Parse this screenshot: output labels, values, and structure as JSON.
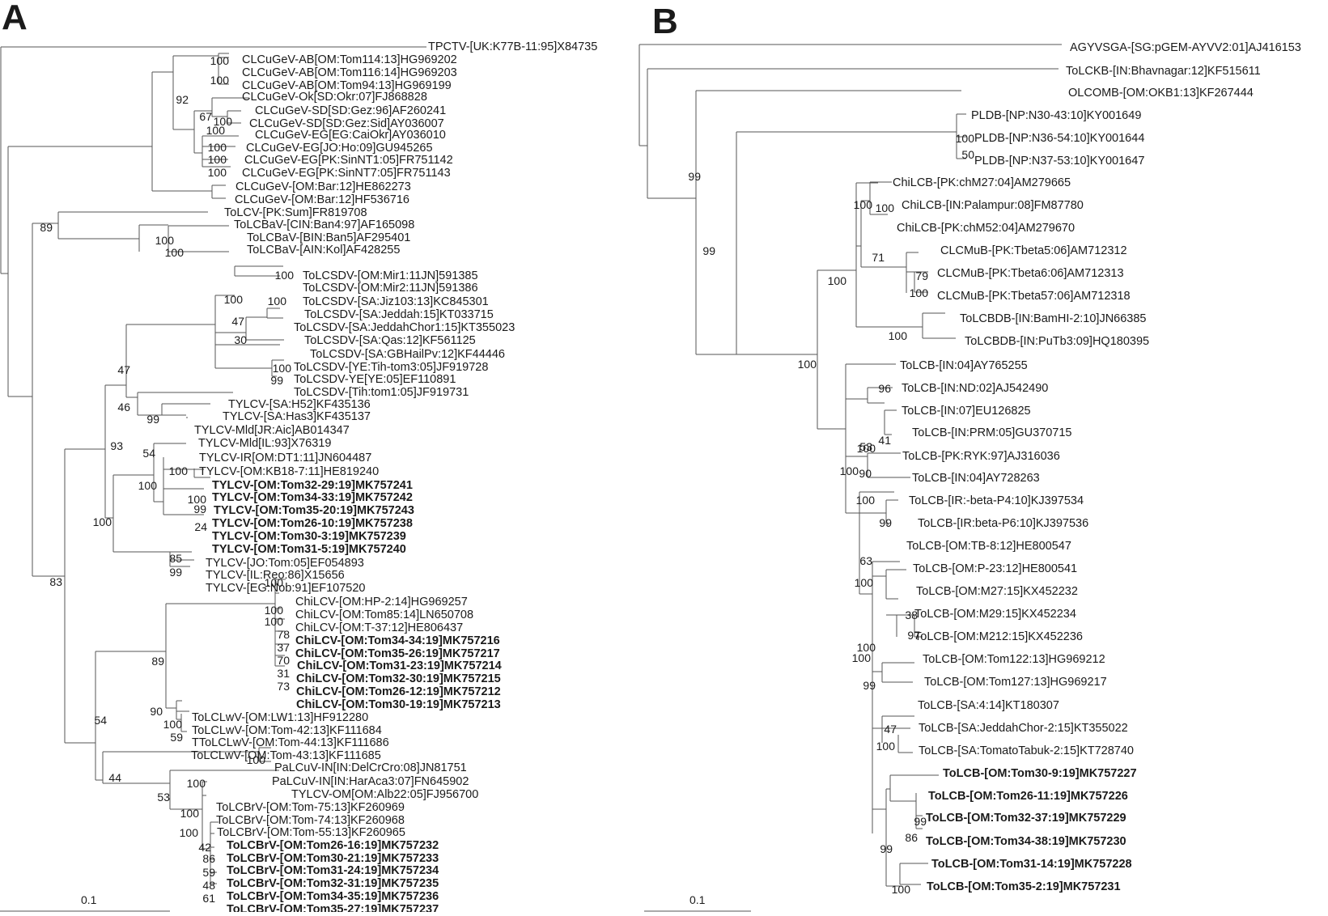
{
  "panels": [
    {
      "letter": "A",
      "scale": "0.1",
      "leaves": [
        {
          "label": "TPCTV-[UK:K77B-11:95]X84735",
          "bold": false
        },
        {
          "label": "CLCuGeV-AB[OM:Tom114:13]HG969202",
          "bold": false
        },
        {
          "label": "CLCuGeV-AB[OM:Tom116:14]HG969203",
          "bold": false
        },
        {
          "label": "CLCuGeV-AB[OM:Tom94:13]HG969199",
          "bold": false
        },
        {
          "label": "CLCuGeV-Ok[SD:Okr:07]FJ868828",
          "bold": false
        },
        {
          "label": "CLCuGeV-SD[SD:Gez:96]AF260241",
          "bold": false
        },
        {
          "label": "CLCuGeV-SD[SD:Gez:Sid]AY036007",
          "bold": false
        },
        {
          "label": "CLCuGeV-EG[EG:CaiOkr]AY036010",
          "bold": false
        },
        {
          "label": "CLCuGeV-EG[JO:Ho:09]GU945265",
          "bold": false
        },
        {
          "label": "CLCuGeV-EG[PK:SinNT1:05]FR751142",
          "bold": false
        },
        {
          "label": "CLCuGeV-EG[PK:SinNT7:05]FR751143",
          "bold": false
        },
        {
          "label": "CLCuGeV-[OM:Bar:12]HE862273",
          "bold": false
        },
        {
          "label": "CLCuGeV-[OM:Bar:12]HF536716",
          "bold": false
        },
        {
          "label": "ToLCV-[PK:Sum]FR819708",
          "bold": false
        },
        {
          "label": "ToLCBaV-[CIN:Ban4:97]AF165098",
          "bold": false
        },
        {
          "label": "ToLCBaV-[BIN:Ban5]AF295401",
          "bold": false
        },
        {
          "label": "ToLCBaV-[AIN:Kol]AF428255",
          "bold": false
        },
        {
          "label": "ToLCSDV-[OM:Mir1:11JN]591385",
          "bold": false
        },
        {
          "label": "ToLCSDV-[OM:Mir2:11JN]591386",
          "bold": false
        },
        {
          "label": "ToLCSDV-[SA:Jiz103:13]KC845301",
          "bold": false
        },
        {
          "label": "ToLCSDV-[SA:Jeddah:15]KT033715",
          "bold": false
        },
        {
          "label": "ToLCSDV-[SA:JeddahChor1:15]KT355023",
          "bold": false
        },
        {
          "label": "ToLCSDV-[SA:Qas:12]KF561125",
          "bold": false
        },
        {
          "label": "ToLCSDV-[SA:GBHailPv:12]KF44446",
          "bold": false
        },
        {
          "label": "ToLCSDV-[YE:Tih-tom3:05]JF919728",
          "bold": false
        },
        {
          "label": "ToLCSDV-YE[YE:05]EF110891",
          "bold": false
        },
        {
          "label": "ToLCSDV-[Tih:tom1:05]JF919731",
          "bold": false
        },
        {
          "label": "TYLCV-[SA:H52]KF435136",
          "bold": false
        },
        {
          "label": "TYLCV-[SA:Has3]KF435137",
          "bold": false
        },
        {
          "label": "TYLCV-Mld[JR:Aic]AB014347",
          "bold": false
        },
        {
          "label": "TYLCV-Mld[IL:93]X76319",
          "bold": false
        },
        {
          "label": "TYLCV-IR[OM:DT1:11]JN604487",
          "bold": false
        },
        {
          "label": "TYLCV-[OM:KB18-7:11]HE819240",
          "bold": false
        },
        {
          "label": "TYLCV-[OM:Tom32-29:19]MK757241",
          "bold": true
        },
        {
          "label": "TYLCV-[OM:Tom34-33:19]MK757242",
          "bold": true
        },
        {
          "label": "TYLCV-[OM:Tom35-20:19]MK757243",
          "bold": true
        },
        {
          "label": "TYLCV-[OM:Tom26-10:19]MK757238",
          "bold": true
        },
        {
          "label": "TYLCV-[OM:Tom30-3:19]MK757239",
          "bold": true
        },
        {
          "label": "TYLCV-[OM:Tom31-5:19]MK757240",
          "bold": true
        },
        {
          "label": "TYLCV-[JO:Tom:05]EF054893",
          "bold": false
        },
        {
          "label": "TYLCV-[IL:Reo:86]X15656",
          "bold": false
        },
        {
          "label": "TYLCV-[EG:Nob:91]EF107520",
          "bold": false
        },
        {
          "label": "ChiLCV-[OM:HP-2:14]HG969257",
          "bold": false
        },
        {
          "label": "ChiLCV-[OM:Tom85:14]LN650708",
          "bold": false
        },
        {
          "label": "ChiLCV-[OM:T-37:12]HE806437",
          "bold": false
        },
        {
          "label": "ChiLCV-[OM:Tom34-34:19]MK757216",
          "bold": true
        },
        {
          "label": "ChiLCV-[OM:Tom35-26:19]MK757217",
          "bold": true
        },
        {
          "label": "ChiLCV-[OM:Tom31-23:19]MK757214",
          "bold": true
        },
        {
          "label": "ChiLCV-[OM:Tom32-30:19]MK757215",
          "bold": true
        },
        {
          "label": "ChiLCV-[OM:Tom26-12:19]MK757212",
          "bold": true
        },
        {
          "label": "ChiLCV-[OM:Tom30-19:19]MK757213",
          "bold": true
        },
        {
          "label": "ToLCLwV-[OM:LW1:13]HF912280",
          "bold": false
        },
        {
          "label": "ToLCLwV-[OM:Tom-42:13]KF111684",
          "bold": false
        },
        {
          "label": "TToLCLwV-[OM:Tom-44:13]KF111686",
          "bold": false
        },
        {
          "label": "ToLCLwV-[OM:Tom-43:13]KF111685",
          "bold": false
        },
        {
          "label": "PaLCuV-IN[IN:DelCrCro:08]JN81751",
          "bold": false
        },
        {
          "label": "PaLCuV-IN[IN:HarAca3:07]FN645902",
          "bold": false
        },
        {
          "label": "TYLCV-OM[OM:Alb22:05]FJ956700",
          "bold": false
        },
        {
          "label": "ToLCBrV-[OM:Tom-75:13]KF260969",
          "bold": false
        },
        {
          "label": "ToLCBrV-[OM:Tom-74:13]KF260968",
          "bold": false
        },
        {
          "label": "ToLCBrV-[OM:Tom-55:13]KF260965",
          "bold": false
        },
        {
          "label": "ToLCBrV-[OM:Tom26-16:19]MK757232",
          "bold": true
        },
        {
          "label": "ToLCBrV-[OM:Tom30-21:19]MK757233",
          "bold": true
        },
        {
          "label": "ToLCBrV-[OM:Tom31-24:19]MK757234",
          "bold": true
        },
        {
          "label": "ToLCBrV-[OM:Tom32-31:19]MK757235",
          "bold": true
        },
        {
          "label": "ToLCBrV-[OM:Tom34-35:19]MK757236",
          "bold": true
        },
        {
          "label": "ToLCBrV-[OM:Tom35-27:19]MK757237",
          "bold": true
        }
      ],
      "bootstraps": [
        "100",
        "100",
        "92",
        "67",
        "100",
        "100",
        "100",
        "100",
        "100",
        "89",
        "100",
        "100",
        "100",
        "100",
        "100",
        "47",
        "30",
        "100",
        "99",
        "47",
        "46",
        "99",
        "93",
        "54",
        "100",
        "100",
        "100",
        "99",
        "24",
        "100",
        "85",
        "99",
        "100",
        "100",
        "100",
        "78",
        "37",
        "70",
        "31",
        "73",
        "89",
        "90",
        "100",
        "59",
        "100",
        "83",
        "54",
        "44",
        "100",
        "53",
        "100",
        "100",
        "42",
        "86",
        "59",
        "48",
        "61"
      ]
    },
    {
      "letter": "B",
      "scale": "0.1",
      "leaves": [
        {
          "label": "AGYVSGA-[SG:pGEM-AYVV2:01]AJ416153",
          "bold": false
        },
        {
          "label": "ToLCKB-[IN:Bhavnagar:12]KF515611",
          "bold": false
        },
        {
          "label": "OLCOMB-[OM:OKB1:13]KF267444",
          "bold": false
        },
        {
          "label": "PLDB-[NP:N30-43:10]KY001649",
          "bold": false
        },
        {
          "label": "PLDB-[NP:N36-54:10]KY001644",
          "bold": false
        },
        {
          "label": "PLDB-[NP:N37-53:10]KY001647",
          "bold": false
        },
        {
          "label": "ChiLCB-[PK:chM27:04]AM279665",
          "bold": false
        },
        {
          "label": "ChiLCB-[IN:Palampur:08]FM87780",
          "bold": false
        },
        {
          "label": "ChiLCB-[PK:chM52:04]AM279670",
          "bold": false
        },
        {
          "label": "CLCMuB-[PK:Tbeta5:06]AM712312",
          "bold": false
        },
        {
          "label": "CLCMuB-[PK:Tbeta6:06]AM712313",
          "bold": false
        },
        {
          "label": "CLCMuB-[PK:Tbeta57:06]AM712318",
          "bold": false
        },
        {
          "label": "ToLCBDB-[IN:BamHI-2:10]JN66385",
          "bold": false
        },
        {
          "label": "ToLCBDB-[IN:PuTb3:09]HQ180395",
          "bold": false
        },
        {
          "label": "ToLCB-[IN:04]AY765255",
          "bold": false
        },
        {
          "label": "ToLCB-[IN:ND:02]AJ542490",
          "bold": false
        },
        {
          "label": "ToLCB-[IN:07]EU126825",
          "bold": false
        },
        {
          "label": "ToLCB-[IN:PRM:05]GU370715",
          "bold": false
        },
        {
          "label": "ToLCB-[PK:RYK:97]AJ316036",
          "bold": false
        },
        {
          "label": "ToLCB-[IN:04]AY728263",
          "bold": false
        },
        {
          "label": "ToLCB-[IR:-beta-P4:10]KJ397534",
          "bold": false
        },
        {
          "label": "ToLCB-[IR:beta-P6:10]KJ397536",
          "bold": false
        },
        {
          "label": "ToLCB-[OM:TB-8:12]HE800547",
          "bold": false
        },
        {
          "label": "ToLCB-[OM:P-23:12]HE800541",
          "bold": false
        },
        {
          "label": "ToLCB-[OM:M27:15]KX452232",
          "bold": false
        },
        {
          "label": "ToLCB-[OM:M29:15]KX452234",
          "bold": false
        },
        {
          "label": "ToLCB-[OM:M212:15]KX452236",
          "bold": false
        },
        {
          "label": "ToLCB-[OM:Tom122:13]HG969212",
          "bold": false
        },
        {
          "label": "ToLCB-[OM:Tom127:13]HG969217",
          "bold": false
        },
        {
          "label": "ToLCB-[SA:4:14]KT180307",
          "bold": false
        },
        {
          "label": "ToLCB-[SA:JeddahChor-2:15]KT355022",
          "bold": false
        },
        {
          "label": "ToLCB-[SA:TomatoTabuk-2:15]KT728740",
          "bold": false
        },
        {
          "label": "ToLCB-[OM:Tom30-9:19]MK757227",
          "bold": true
        },
        {
          "label": "ToLCB-[OM:Tom26-11:19]MK757226",
          "bold": true
        },
        {
          "label": "ToLCB-[OM:Tom32-37:19]MK757229",
          "bold": true
        },
        {
          "label": "ToLCB-[OM:Tom34-38:19]MK757230",
          "bold": true
        },
        {
          "label": "ToLCB-[OM:Tom31-14:19]MK757228",
          "bold": true
        },
        {
          "label": "ToLCB-[OM:Tom35-2:19]MK757231",
          "bold": true
        }
      ],
      "bootstraps": [
        "100",
        "50",
        "99",
        "99",
        "100",
        "100",
        "71",
        "100",
        "79",
        "100",
        "100",
        "100",
        "96",
        "41",
        "100",
        "53",
        "100",
        "90",
        "100",
        "99",
        "63",
        "100",
        "38",
        "97",
        "100",
        "100",
        "99",
        "47",
        "100",
        "99",
        "86",
        "99",
        "100"
      ]
    }
  ]
}
